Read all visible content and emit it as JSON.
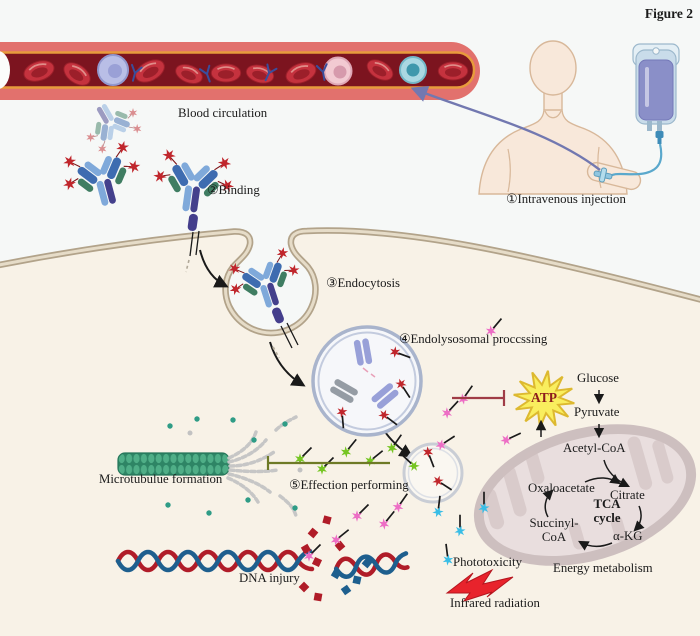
{
  "figure": {
    "label": "Figure 2"
  },
  "annotations": {
    "blood_circulation": "Blood circulation",
    "step1": "①Intravenous injection",
    "step2": "②Binding",
    "step3": "③Endocytosis",
    "step4": "④Endolysosomal proccssing",
    "step5": "⑤Effection performing",
    "microtubule_formation": "Microtubulue formation",
    "dna_injury": "DNA injury",
    "phototoxicity": "Phototoxicity",
    "infrared_radiation": "Infrared radiation",
    "energy_metabolism": "Energy metabolism"
  },
  "metabolism": {
    "atp": "ATP",
    "glucose": "Glucose",
    "pyruvate": "Pyruvate",
    "acetyl_coa": "Acetyl-CoA",
    "oxaloacetate": "Oxaloacetate",
    "citrate": "Citrate",
    "tca_cycle": "TCA cycle",
    "succinyl_coa": "Succinyl-CoA",
    "alpha_kg": "α-KG"
  },
  "colors": {
    "background_outside": "#f6f8f7",
    "cell_interior": "#f8f2e7",
    "membrane": "#b2a38a",
    "vessel_wall": "#e2716d",
    "vessel_lumen": "#7c141f",
    "vessel_orange_line": "#e89b3c",
    "antibody_blue": "#3e6cb0",
    "antibody_light_blue": "#7fa9da",
    "antibody_green": "#3f7d62",
    "receptor_purple": "#44408c",
    "payload_red": "#c0262c",
    "payload_green": "#76c523",
    "payload_pink": "#ed6ec5",
    "payload_cyan": "#38bde6",
    "microtubule_green": "#45a27c",
    "dna_red": "#b01c28",
    "dna_blue": "#1e5f8e",
    "mitochondrion": "#e9dede",
    "atp_star": "#f9ee5e",
    "lightning_red": "#e8232c"
  }
}
